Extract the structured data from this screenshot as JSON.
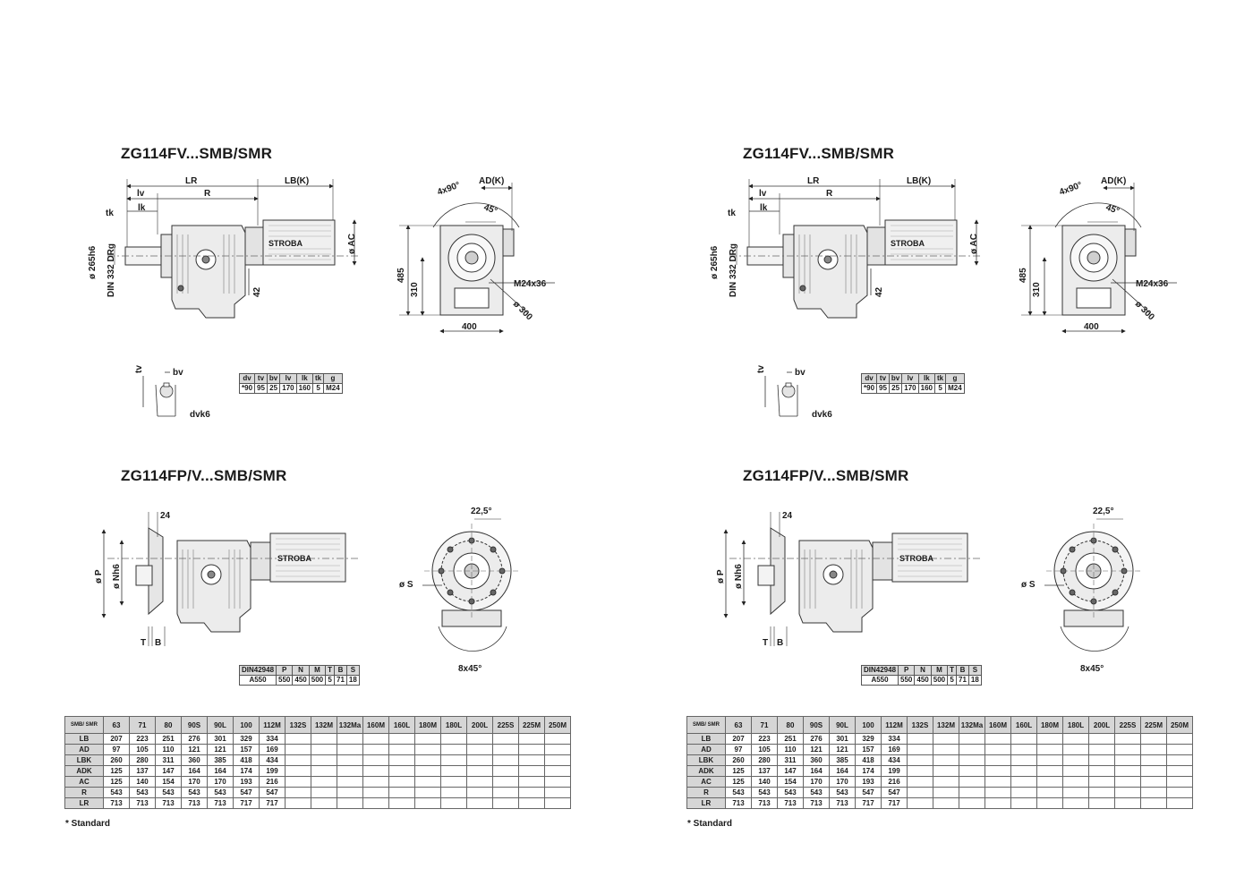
{
  "pages": [
    {
      "title_fv": "ZG114FV...SMB/SMR",
      "title_fpv": "ZG114FP/V...SMB/SMR",
      "fv_labels": {
        "LR": "LR",
        "R": "R",
        "lv": "lv",
        "lk": "lk",
        "tk": "tk",
        "LBK": "LB(K)",
        "shaft": "ø 265h6",
        "din": "DIN 332 DRg",
        "AC": "ø AC",
        "dim42": "42",
        "angle4x90": "4x90°",
        "angle45": "45°",
        "ADK": "AD(K)",
        "h485": "485",
        "h310": "310",
        "w400": "400",
        "bolt": "M24x36",
        "d300": "ø 300",
        "tv": "tv",
        "bv": "bv",
        "dvk6": "dvk6",
        "brand": "STROBA"
      },
      "key_table": {
        "headers": [
          "dv",
          "tv",
          "bv",
          "lv",
          "lk",
          "tk",
          "g"
        ],
        "row": [
          "*90",
          "95",
          "25",
          "170",
          "160",
          "5",
          "M24"
        ]
      },
      "fpv_labels": {
        "dim24": "24",
        "P": "ø P",
        "N": "ø Nh6",
        "T": "T",
        "B": "B",
        "angle22": "22,5°",
        "S": "ø S",
        "angle8x45": "8x45°",
        "brand": "STROBA"
      },
      "din_table": {
        "headers": [
          "DIN42948",
          "P",
          "N",
          "M",
          "T",
          "B",
          "S"
        ],
        "row": [
          "A550",
          "550",
          "450",
          "500",
          "5",
          "71",
          "18"
        ]
      },
      "motor_table": {
        "corner": "SMB/ SMR",
        "columns": [
          "63",
          "71",
          "80",
          "90S",
          "90L",
          "100",
          "112M",
          "132S",
          "132M",
          "132Ma",
          "160M",
          "160L",
          "180M",
          "180L",
          "200L",
          "225S",
          "225M",
          "250M"
        ],
        "rows": [
          {
            "name": "LB",
            "values": [
              "207",
              "223",
              "251",
              "276",
              "301",
              "329",
              "334"
            ]
          },
          {
            "name": "AD",
            "values": [
              "97",
              "105",
              "110",
              "121",
              "121",
              "157",
              "169"
            ]
          },
          {
            "name": "LBK",
            "values": [
              "260",
              "280",
              "311",
              "360",
              "385",
              "418",
              "434"
            ]
          },
          {
            "name": "ADK",
            "values": [
              "125",
              "137",
              "147",
              "164",
              "164",
              "174",
              "199"
            ]
          },
          {
            "name": "AC",
            "values": [
              "125",
              "140",
              "154",
              "170",
              "170",
              "193",
              "216"
            ]
          },
          {
            "name": "R",
            "values": [
              "543",
              "543",
              "543",
              "543",
              "543",
              "547",
              "547"
            ]
          },
          {
            "name": "LR",
            "values": [
              "713",
              "713",
              "713",
              "713",
              "713",
              "717",
              "717"
            ]
          }
        ]
      },
      "note": "* Standard"
    },
    {
      "title_fv": "ZG114FV...SMB/SMR",
      "title_fpv": "ZG114FP/V...SMB/SMR",
      "fv_labels": {
        "LR": "LR",
        "R": "R",
        "lv": "lv",
        "lk": "lk",
        "tk": "tk",
        "LBK": "LB(K)",
        "shaft": "ø 265h6",
        "din": "DIN 332 DRg",
        "AC": "ø AC",
        "dim42": "42",
        "angle4x90": "4x90°",
        "angle45": "45°",
        "ADK": "AD(K)",
        "h485": "485",
        "h310": "310",
        "w400": "400",
        "bolt": "M24x36",
        "d300": "ø 300",
        "tv": "tv",
        "bv": "bv",
        "dvk6": "dvk6",
        "brand": "STROBA"
      },
      "key_table": {
        "headers": [
          "dv",
          "tv",
          "bv",
          "lv",
          "lk",
          "tk",
          "g"
        ],
        "row": [
          "*90",
          "95",
          "25",
          "170",
          "160",
          "5",
          "M24"
        ]
      },
      "fpv_labels": {
        "dim24": "24",
        "P": "ø P",
        "N": "ø Nh6",
        "T": "T",
        "B": "B",
        "angle22": "22,5°",
        "S": "ø S",
        "angle8x45": "8x45°",
        "brand": "STROBA"
      },
      "din_table": {
        "headers": [
          "DIN42948",
          "P",
          "N",
          "M",
          "T",
          "B",
          "S"
        ],
        "row": [
          "A550",
          "550",
          "450",
          "500",
          "5",
          "71",
          "18"
        ]
      },
      "motor_table": {
        "corner": "SMB/ SMR",
        "columns": [
          "63",
          "71",
          "80",
          "90S",
          "90L",
          "100",
          "112M",
          "132S",
          "132M",
          "132Ma",
          "160M",
          "160L",
          "180M",
          "180L",
          "200L",
          "225S",
          "225M",
          "250M"
        ],
        "rows": [
          {
            "name": "LB",
            "values": [
              "207",
              "223",
              "251",
              "276",
              "301",
              "329",
              "334"
            ]
          },
          {
            "name": "AD",
            "values": [
              "97",
              "105",
              "110",
              "121",
              "121",
              "157",
              "169"
            ]
          },
          {
            "name": "LBK",
            "values": [
              "260",
              "280",
              "311",
              "360",
              "385",
              "418",
              "434"
            ]
          },
          {
            "name": "ADK",
            "values": [
              "125",
              "137",
              "147",
              "164",
              "164",
              "174",
              "199"
            ]
          },
          {
            "name": "AC",
            "values": [
              "125",
              "140",
              "154",
              "170",
              "170",
              "193",
              "216"
            ]
          },
          {
            "name": "R",
            "values": [
              "543",
              "543",
              "543",
              "543",
              "543",
              "547",
              "547"
            ]
          },
          {
            "name": "LR",
            "values": [
              "713",
              "713",
              "713",
              "713",
              "713",
              "717",
              "717"
            ]
          }
        ]
      },
      "note": "* Standard"
    }
  ]
}
